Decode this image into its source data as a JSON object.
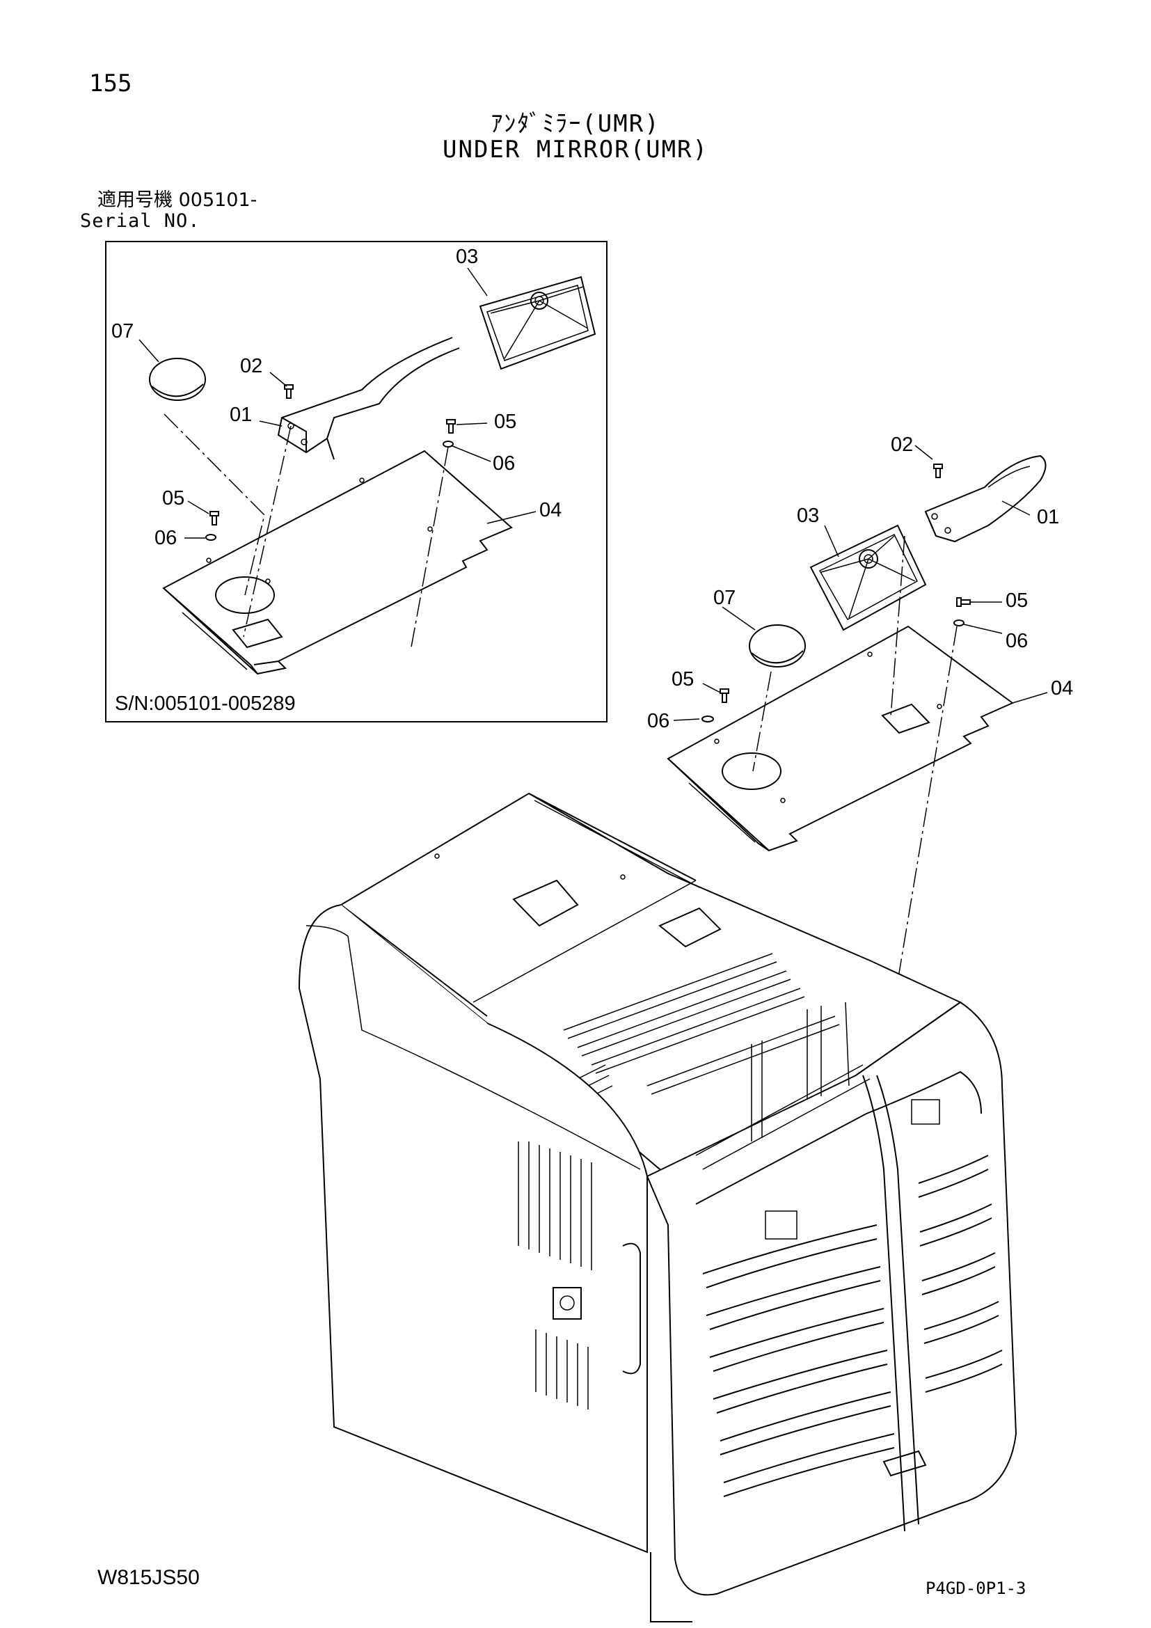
{
  "page": {
    "page_number": "155",
    "title_ja": "ｱﾝﾀﾞﾐﾗｰ(UMR)",
    "title_en": "UNDER MIRROR(UMR)",
    "serial_label_ja": "適用号機 005101-",
    "serial_label_en": "Serial NO.",
    "model": "W815JS50",
    "page_code": "P4GD-0P1-3"
  },
  "inset": {
    "serial_range": "S/N:005101-005289",
    "callouts": {
      "c01": "01",
      "c02": "02",
      "c03": "03",
      "c04": "04",
      "c05a": "05",
      "c05b": "05",
      "c06a": "06",
      "c06b": "06",
      "c07": "07"
    }
  },
  "main": {
    "callouts": {
      "c01": "01",
      "c02": "02",
      "c03": "03",
      "c04": "04",
      "c05a": "05",
      "c05b": "05",
      "c06a": "06",
      "c06b": "06",
      "c07": "07"
    }
  }
}
